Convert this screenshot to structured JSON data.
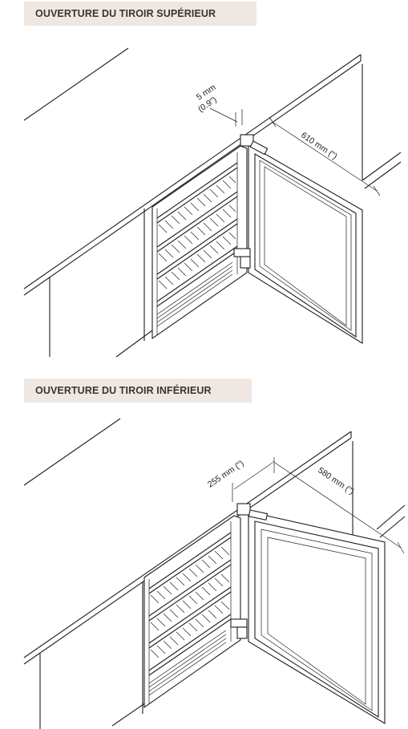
{
  "diagrams": [
    {
      "title": "OUVERTURE DU TIROIR SUPÉRIEUR",
      "dimensions": {
        "gap_mm": "5 mm",
        "gap_in": "(0.9\")",
        "depth": "610 mm (\")"
      }
    },
    {
      "title": "OUVERTURE DU TIROIR INFÉRIEUR",
      "dimensions": {
        "clearance": "255 mm (\")",
        "depth": "580 mm (\")"
      }
    }
  ]
}
